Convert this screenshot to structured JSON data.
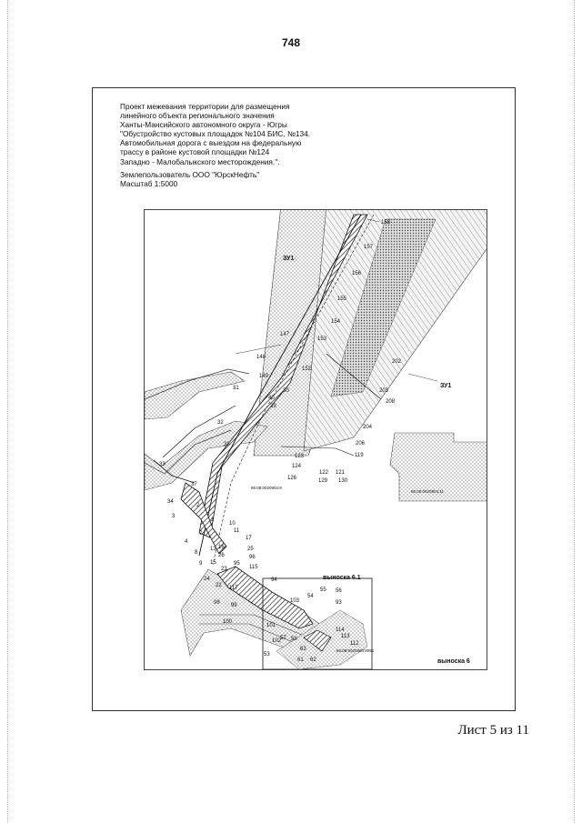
{
  "page": {
    "number": "748",
    "sheet": "Лист 5 из 11"
  },
  "header": {
    "lines": [
      "Проект межевания территории для размещения",
      "линейного объекта регионального значения",
      "Ханты-Мансийского автономного округа - Югры",
      "\"Обустройство кустовых площадок №104 БИС, №134.",
      "Автомобильная дорога  с выездом на федеральную",
      "трассу в районе кустовой площадки №124",
      "Западно - Малобалыкского месторождения.\"."
    ],
    "land_user": "Землепользователь ООО \"ЮрскНефть\"",
    "scale": "Масштаб 1:5000"
  },
  "map": {
    "zone_labels": [
      "ЗУ1",
      "ЗУ1"
    ],
    "inset_labels": [
      "выноска 6.1",
      "выноска 6"
    ],
    "cadastral": [
      "86:08:0020904:11",
      "86:08:0020904:9",
      "86:08:0020904:8051"
    ],
    "points": [
      "158",
      "157",
      "156",
      "155",
      "154",
      "153",
      "152",
      "147",
      "148",
      "149",
      "30",
      "31",
      "40",
      "39",
      "32",
      "38",
      "33",
      "37",
      "34",
      "2",
      "3",
      "1",
      "10",
      "11",
      "17",
      "7",
      "4",
      "8",
      "13",
      "16",
      "25",
      "26",
      "96",
      "9",
      "15",
      "95",
      "115",
      "23",
      "24",
      "22",
      "117",
      "94",
      "98",
      "99",
      "100",
      "101",
      "102",
      "53",
      "103",
      "54",
      "55",
      "56",
      "93",
      "114",
      "113",
      "57",
      "58",
      "63",
      "61",
      "62",
      "112",
      "202",
      "203",
      "208",
      "204",
      "206",
      "119",
      "123",
      "124",
      "126",
      "122",
      "121",
      "129",
      "130"
    ],
    "colors": {
      "line": "#111111",
      "stipple": "#555555",
      "hatch": "#222222"
    }
  }
}
